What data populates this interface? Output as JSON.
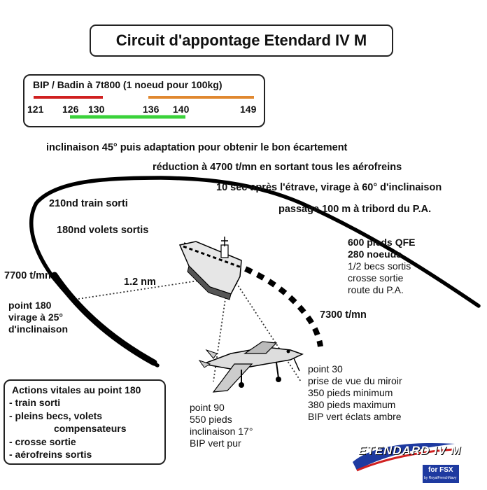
{
  "title": "Circuit d'appontage Etendard IV M",
  "bip": {
    "header": "BIP / Badin à 7t800  (1 noeud pour 100kg)",
    "ticks": [
      "121",
      "126",
      "130",
      "136",
      "140",
      "149"
    ],
    "colors": {
      "red": "#d02020",
      "orange": "#e08830",
      "green": "#3ad23a"
    }
  },
  "annotations": {
    "inclinaison": "inclinaison 45° puis adaptation pour obtenir le bon écartement",
    "reduction": "réduction à 4700 t/mn en sortant tous les aérofreins",
    "dix_sec": "10 sec après l'étrave, virage à 60° d'inclinaison",
    "passage": "passage 100 m à tribord du P.A.",
    "train": "210nd train sorti",
    "volets": "180nd volets sortis",
    "rpm7700": "7700 t/mn",
    "dist": "1.2 nm",
    "rpm7300": "7300 t/mn"
  },
  "entry": {
    "line1": "600 pieds QFE",
    "line2": "280 noeuds",
    "line3": "1/2 becs sortis",
    "line4": "crosse sortie",
    "line5": "route du P.A."
  },
  "point180": {
    "line1": "point 180",
    "line2": "virage à 25°",
    "line3": "d'inclinaison"
  },
  "point90": {
    "line1": "point 90",
    "line2": "550 pieds",
    "line3": "inclinaison 17°",
    "line4": "BIP vert pur"
  },
  "point30": {
    "line1": "point 30",
    "line2": "prise de vue du miroir",
    "line3": "350 pieds minimum",
    "line4": "380 pieds maximum",
    "line5": "BIP vert éclats ambre"
  },
  "vital": {
    "title": "Actions vitales au point 180",
    "items": [
      "- train sorti",
      "- pleins becs, volets",
      "compensateurs",
      "- crosse sortie",
      "- aérofreins sortis"
    ]
  },
  "logo": {
    "main": "ETENDARD IV M",
    "sub": "for FSX",
    "credit": "by RoyalFrenchNavy"
  }
}
